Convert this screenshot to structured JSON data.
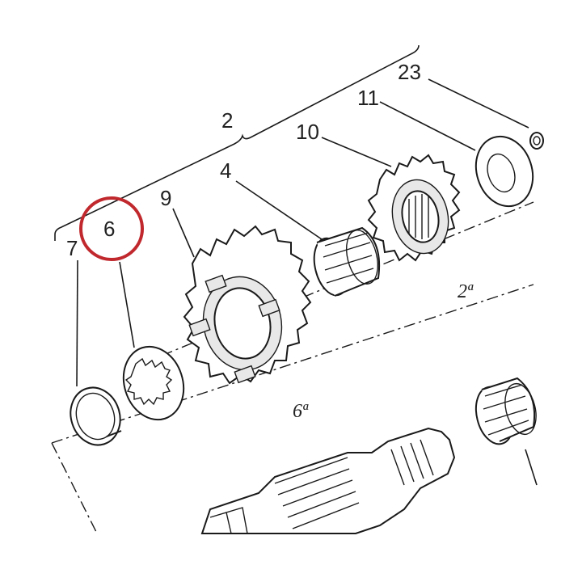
{
  "callouts": {
    "assembly": "2",
    "washer_right": "11",
    "part_23": "23",
    "gear_second": "10",
    "needle_bearing": "4",
    "gear_sixth": "9",
    "splined_washer": "6",
    "circlip": "7"
  },
  "gear_labels": {
    "second_gear": "2ª",
    "sixth_gear": "6ª"
  },
  "highlight": {
    "target": "6",
    "color": "#c0282d"
  }
}
